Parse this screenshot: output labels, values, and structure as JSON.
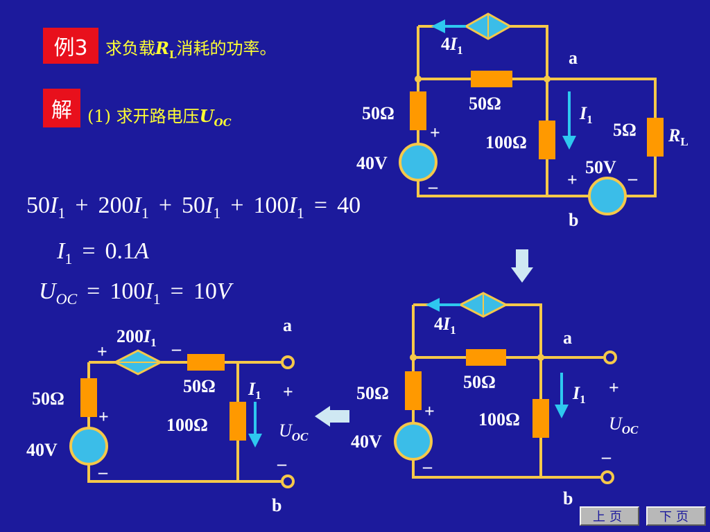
{
  "header": {
    "example_tag": "例3",
    "problem": {
      "prefix": "求负载",
      "var": "R",
      "var_sub": "L",
      "suffix": "消耗的功率。"
    },
    "solution_tag": "解",
    "step": {
      "prefix": "(1) 求开路电压",
      "var": "U",
      "var_sub": "OC"
    }
  },
  "equations": [
    {
      "terms": [
        "50",
        "I",
        "1",
        "+",
        "200",
        "I",
        "1",
        "+",
        "50",
        "I",
        "1",
        "+",
        "100",
        "I",
        "1",
        "=",
        "40"
      ]
    },
    {
      "lhs_var": "I",
      "lhs_sub": "1",
      "eq": "=",
      "rhs_num": "0.1",
      "rhs_unit": "A"
    },
    {
      "lhs_var": "U",
      "lhs_sub": "OC",
      "eq1": "=",
      "mid_num": "100",
      "mid_var": "I",
      "mid_sub": "1",
      "eq2": "=",
      "rhs_num": "10",
      "rhs_unit": "V"
    }
  ],
  "circuit_original": {
    "dep_source": "4",
    "dep_var": "I",
    "dep_sub": "1",
    "node_a": "a",
    "node_b": "b",
    "r_top": "50Ω",
    "r_left": "50Ω",
    "r_mid": "100Ω",
    "r_load": "5Ω",
    "rl_var": "R",
    "rl_sub": "L",
    "current_var": "I",
    "current_sub": "1",
    "src_left": "40V",
    "src_right": "50V",
    "plus": "+",
    "minus": "–"
  },
  "circuit_open": {
    "dep_source": "4",
    "dep_var": "I",
    "dep_sub": "1",
    "node_a": "a",
    "node_b": "b",
    "r_top": "50Ω",
    "r_left": "50Ω",
    "r_mid": "100Ω",
    "current_var": "I",
    "current_sub": "1",
    "src_left": "40V",
    "uoc_var": "U",
    "uoc_sub": "OC",
    "plus": "+",
    "minus": "–"
  },
  "circuit_equiv": {
    "vcvs_coef": "200",
    "vcvs_var": "I",
    "vcvs_sub": "1",
    "node_a": "a",
    "node_b": "b",
    "r_left": "50Ω",
    "r_top": "50Ω",
    "r_mid": "100Ω",
    "current_var": "I",
    "current_sub": "1",
    "src_left": "40V",
    "uoc_var": "U",
    "uoc_sub": "OC",
    "plus": "+",
    "minus": "–"
  },
  "nav": {
    "prev": "上页",
    "next": "下页"
  },
  "colors": {
    "background": "#1c1a9c",
    "wire": "#f5c84a",
    "resistor": "#ff9900",
    "source": "#3bbde8",
    "arrow": "#2ec8ef",
    "title": "#ffff33",
    "tag": "#e8101c"
  }
}
